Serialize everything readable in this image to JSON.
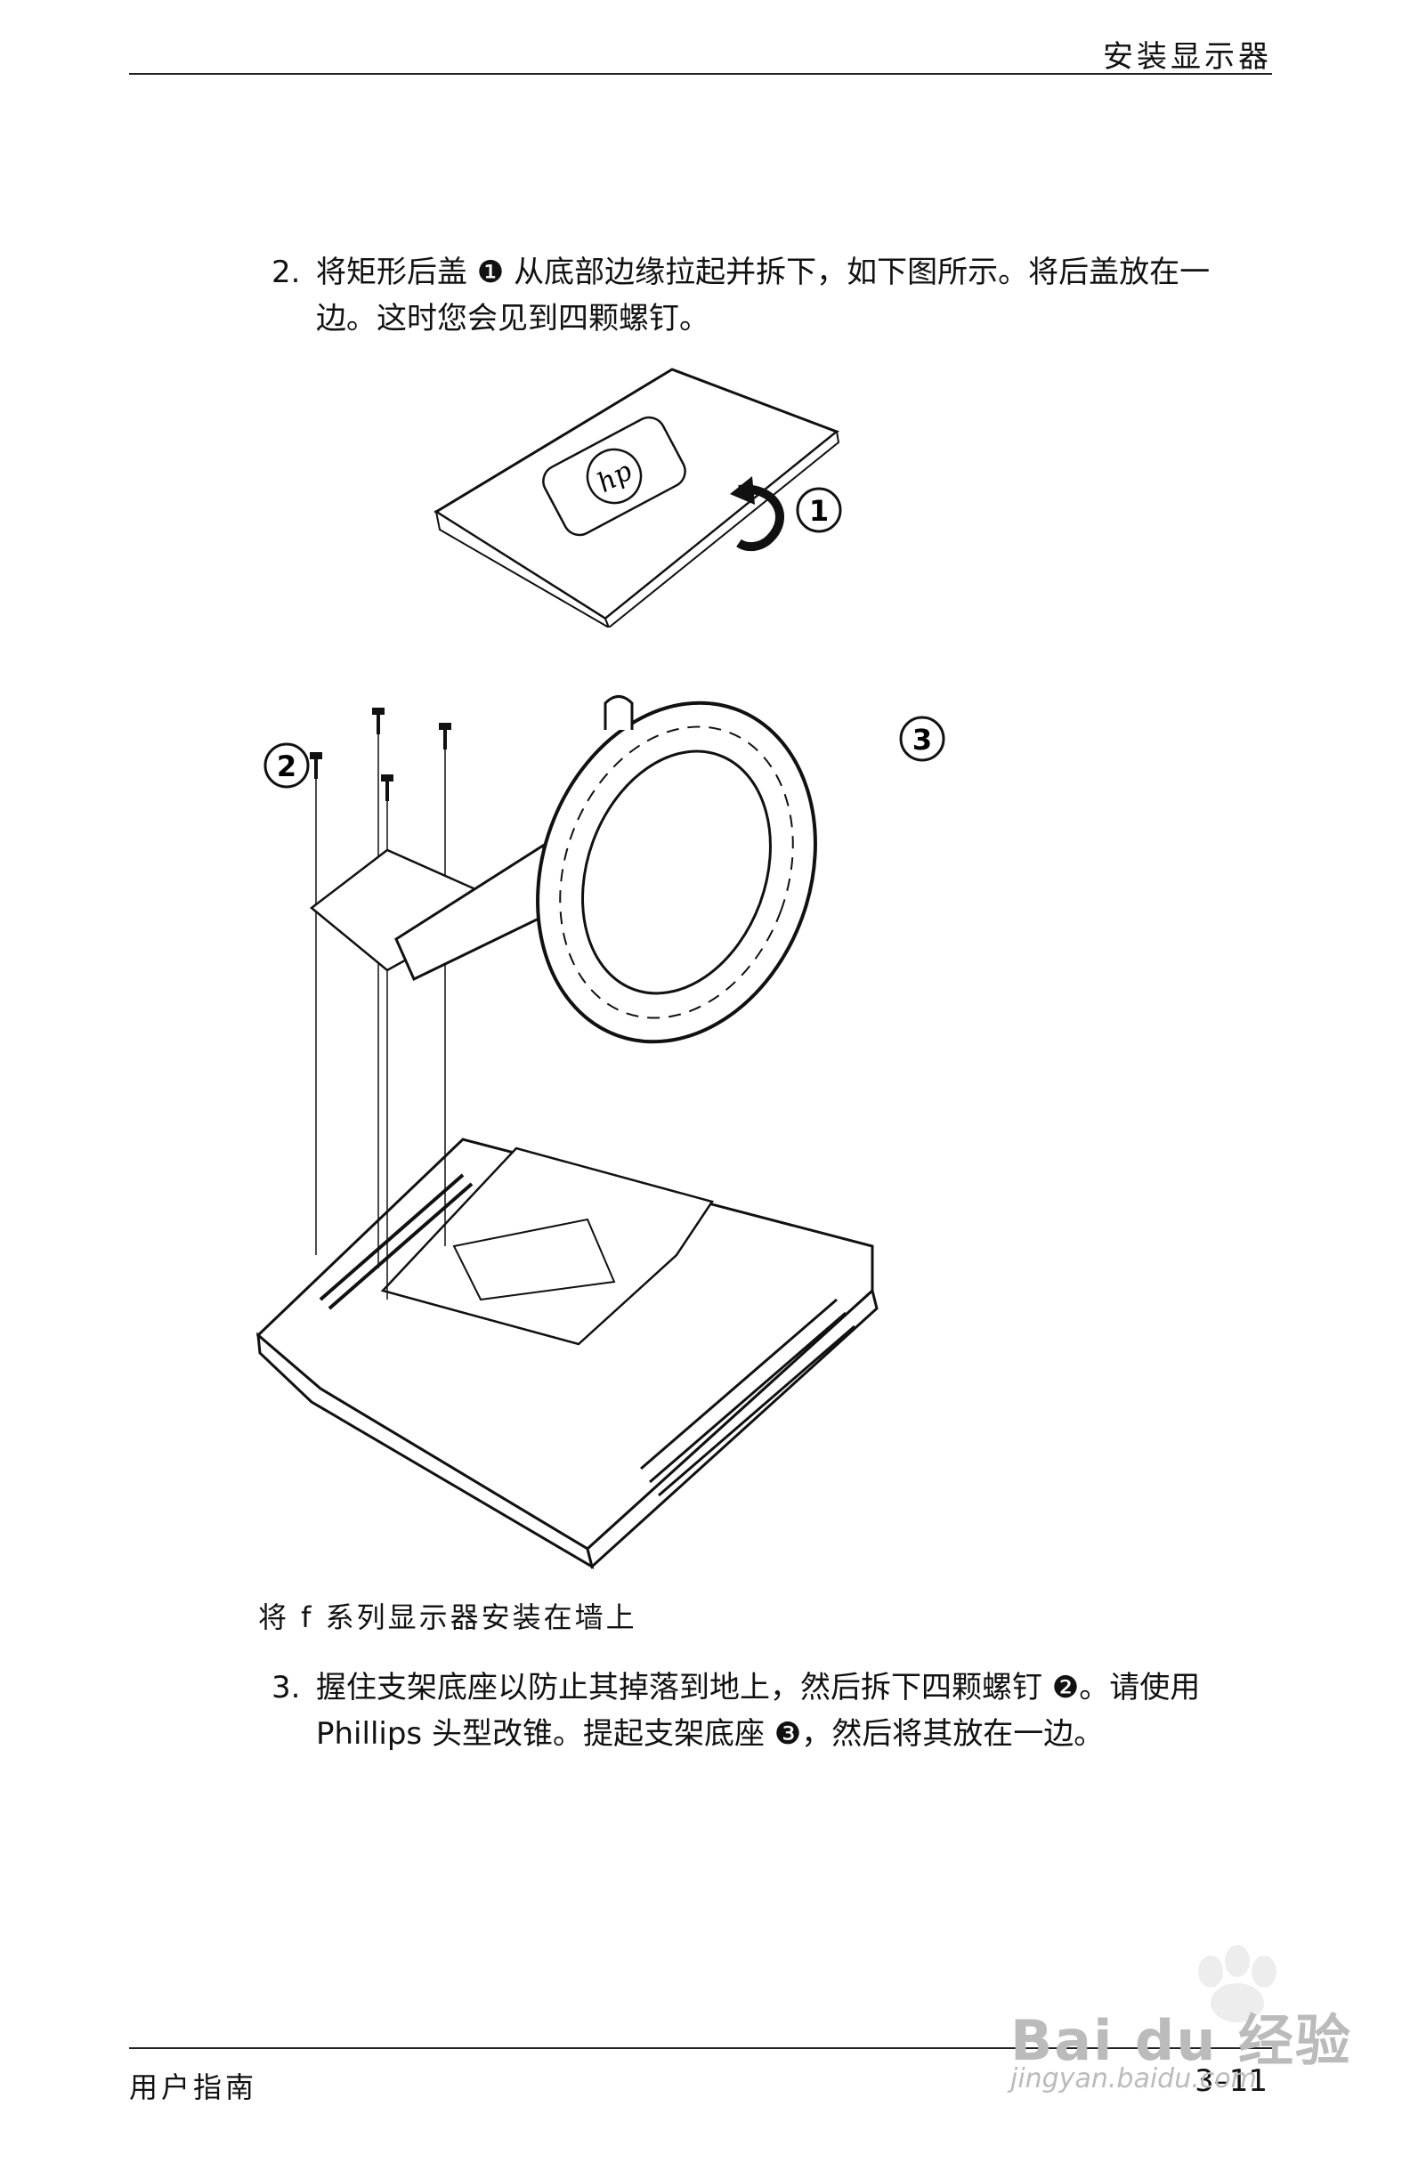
{
  "header": {
    "title": "安装显示器"
  },
  "steps": [
    {
      "number": "2.",
      "text": "将矩形后盖 ❶ 从底部边缘拉起并拆下，如下图所示。将后盖放在一边。这时您会见到四颗螺钉。"
    },
    {
      "number": "3.",
      "text": "握住支架底座以防止其掉落到地上，然后拆下四颗螺钉 ❷。请使用 Phillips 头型改锥。提起支架底座 ❸，然后将其放在一边。"
    }
  ],
  "figure": {
    "caption": "将 f 系列显示器安装在墙上",
    "callouts": [
      "1",
      "2",
      "3"
    ]
  },
  "footer": {
    "left": "用户指南",
    "page": "3–11"
  },
  "watermark": {
    "brand": "Bai du 经验",
    "url": "jingyan.baidu.com"
  }
}
